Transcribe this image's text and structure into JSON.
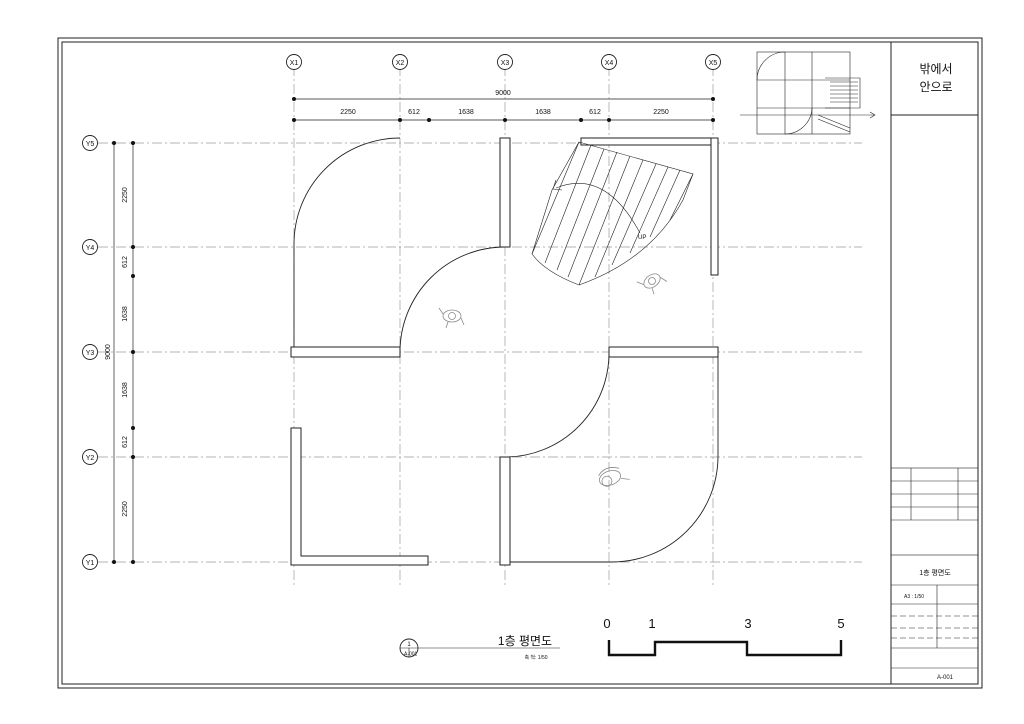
{
  "grid_x": [
    "X1",
    "X2",
    "X3",
    "X4",
    "X5"
  ],
  "grid_y": [
    "Y5",
    "Y4",
    "Y3",
    "Y2",
    "Y1"
  ],
  "dims_x": {
    "total": "9000",
    "segments": [
      "2250",
      "612",
      "1638",
      "1638",
      "612",
      "2250"
    ]
  },
  "dims_y": {
    "total": "9000",
    "segments": [
      "2250",
      "612",
      "1638",
      "1638",
      "612",
      "2250"
    ]
  },
  "stair_label": "UP",
  "title_block": {
    "project_line1": "밖에서",
    "project_line2": "안으로",
    "drawing_title": "1층 평면도",
    "scale_cell": "A3 : 1/50",
    "sheet_number": "A-001"
  },
  "drawing_tag": {
    "number": "1",
    "sheet": "A-001",
    "title": "1층 평면도",
    "scale": "축 척: 1/50"
  },
  "scale_bar": {
    "labels": [
      "0",
      "1",
      "3",
      "5"
    ]
  }
}
